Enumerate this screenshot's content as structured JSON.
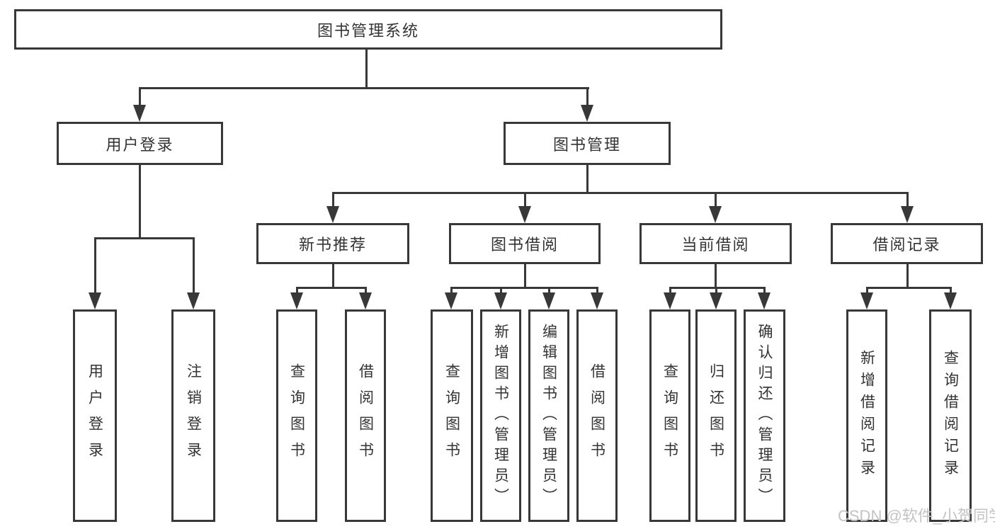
{
  "tree": {
    "root": "图书管理系统",
    "branches": [
      {
        "label": "用户登录",
        "leaves": [
          "用户登录",
          "注销登录"
        ]
      },
      {
        "label": "图书管理",
        "groups": [
          {
            "label": "新书推荐",
            "leaves": [
              "查询图书",
              "借阅图书"
            ]
          },
          {
            "label": "图书借阅",
            "leaves": [
              "查询图书",
              "新增图书（管理员）",
              "编辑图书（管理员）",
              "借阅图书"
            ]
          },
          {
            "label": "当前借阅",
            "leaves": [
              "查询图书",
              "归还图书",
              "确认归还（管理员）"
            ]
          },
          {
            "label": "借阅记录",
            "leaves": [
              "新增借阅记录",
              "查询借阅记录"
            ]
          }
        ]
      }
    ]
  },
  "watermark": {
    "text": "CSDN @软件_小贺同学"
  },
  "colors": {
    "line": "#383838",
    "text": "#333333",
    "box_fill": "#ffffff",
    "background": "#ffffff",
    "watermark_color": "#c3c3c3"
  }
}
